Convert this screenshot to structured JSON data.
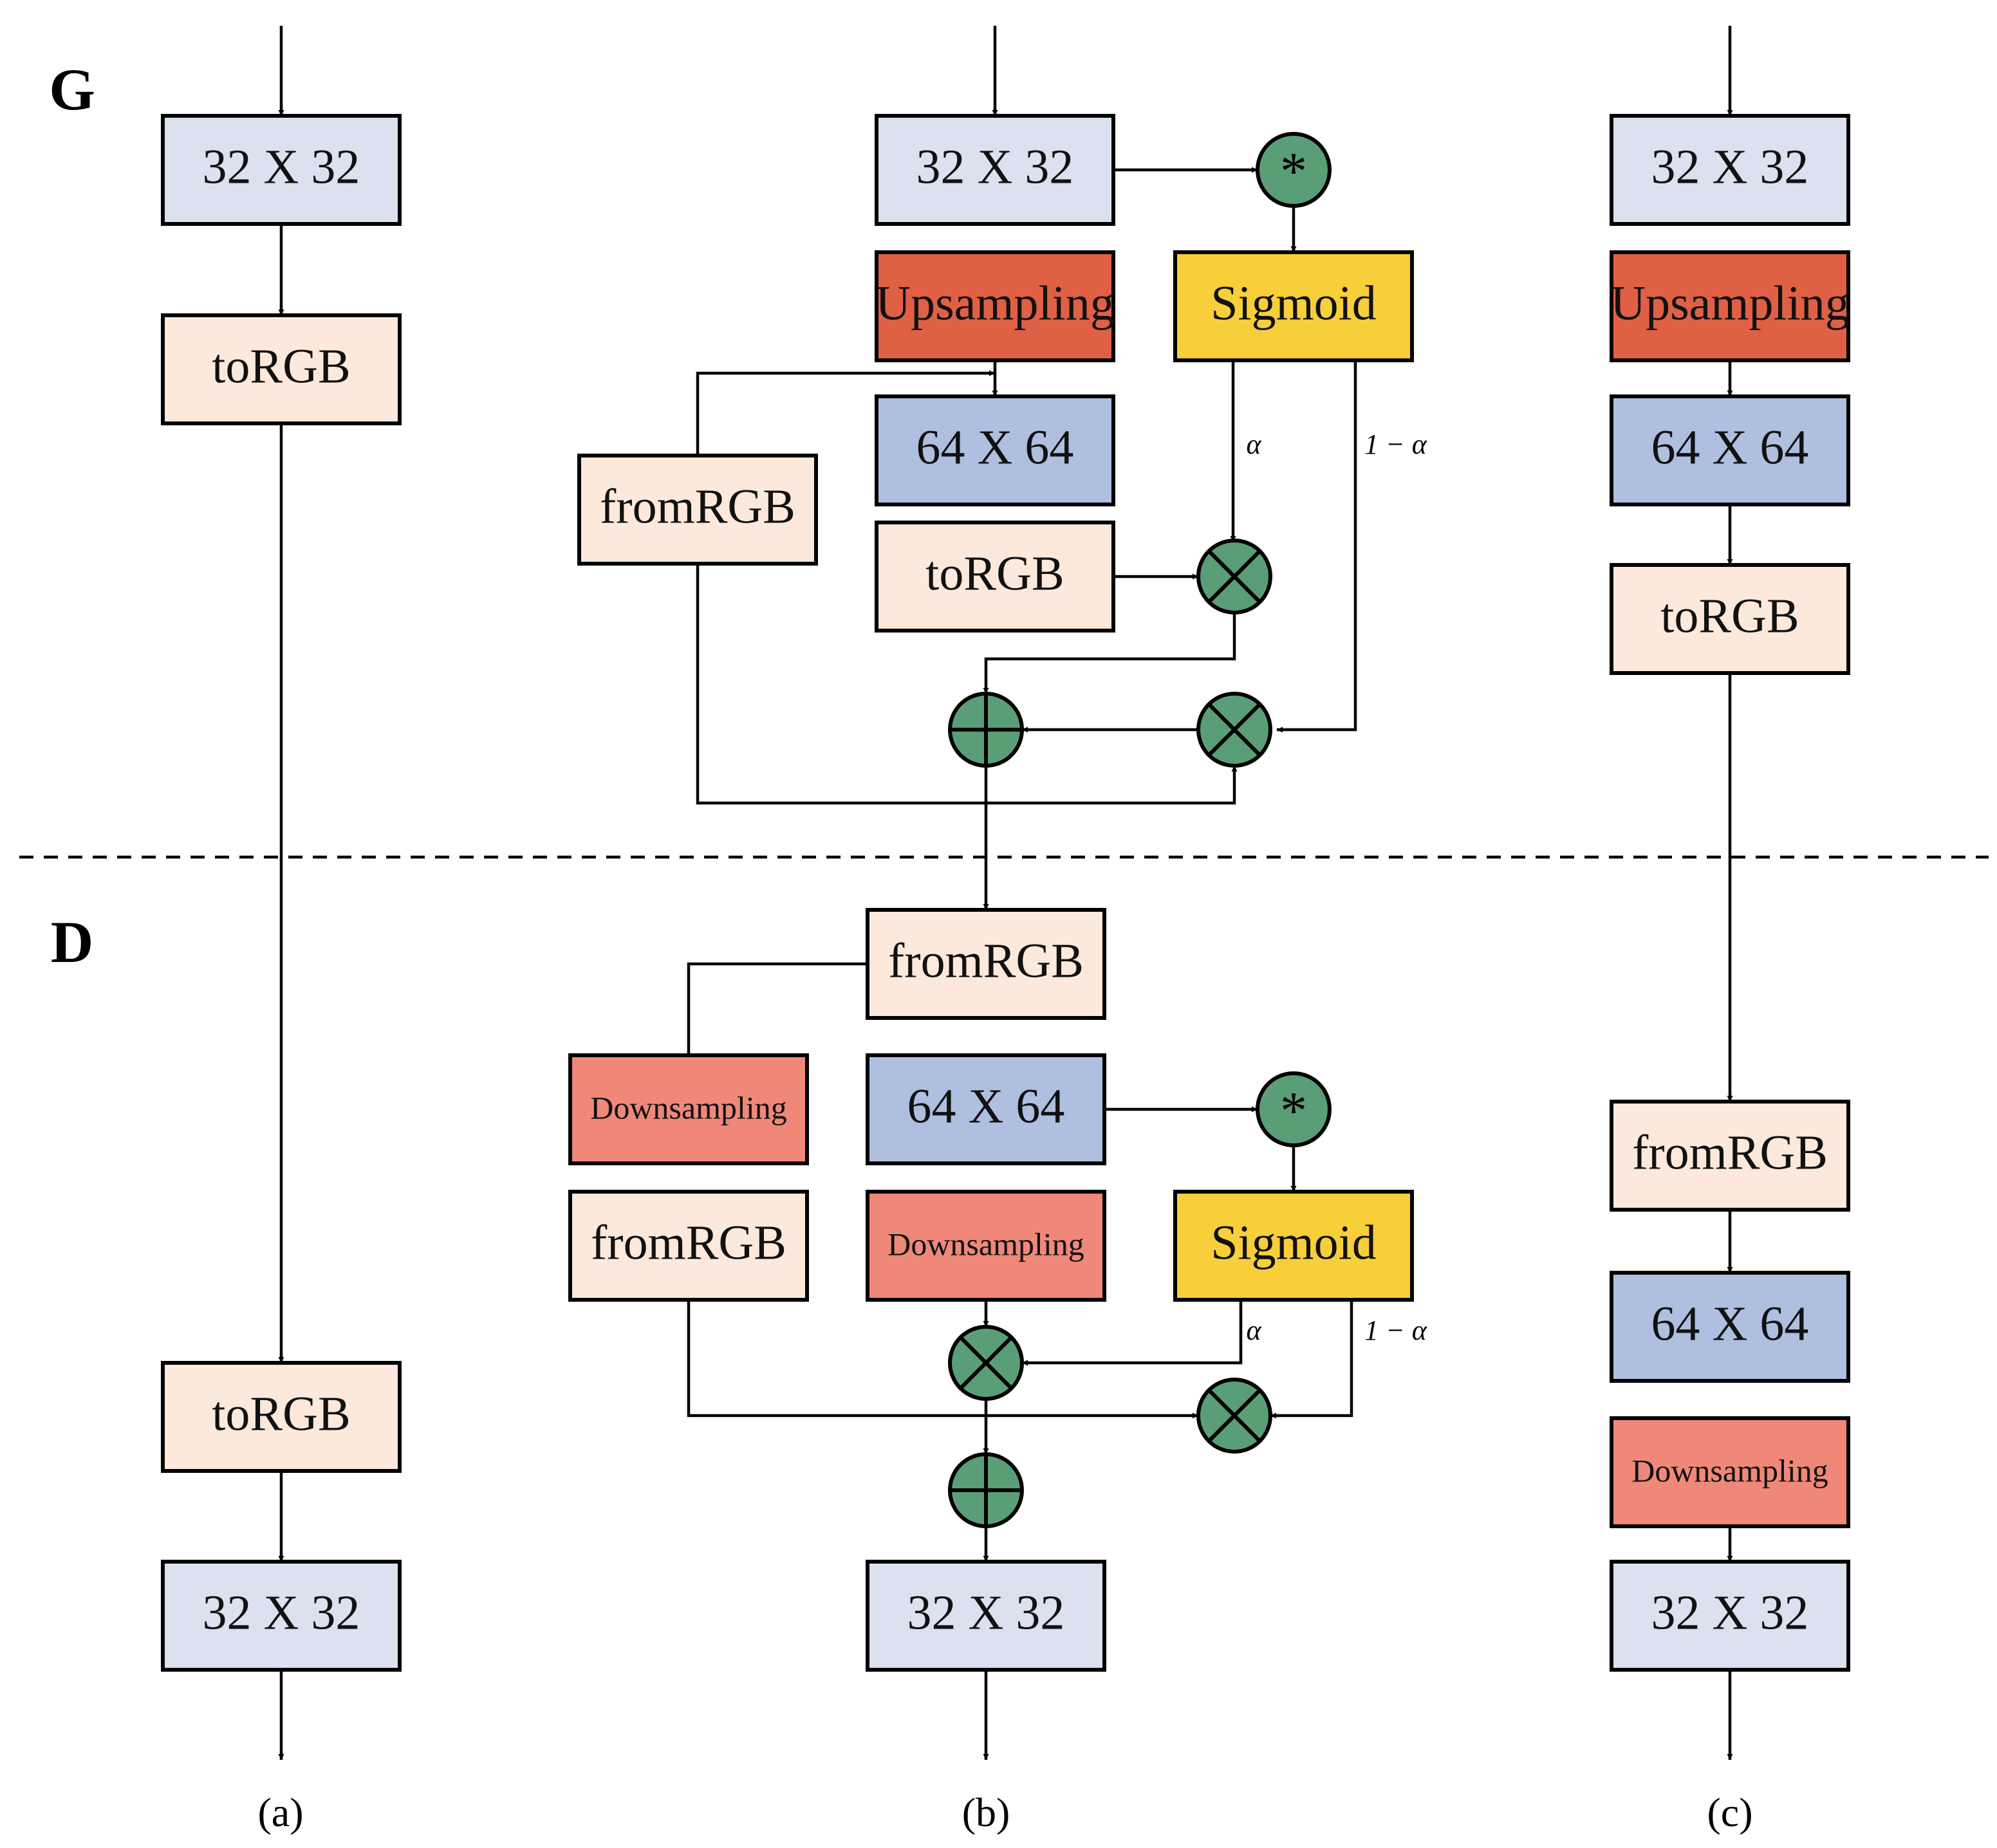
{
  "colors": {
    "size_32": "#dbe1ef",
    "size_64": "#aebfe0",
    "rgb": "#fde9dc",
    "upsampling": "#e06045",
    "downsampling": "#ef8878",
    "sigmoid": "#f7cf3a",
    "operator": "#5a9e78"
  },
  "icons": {
    "multiply": "circle-times-icon",
    "add": "circle-plus-icon",
    "convolve": "circle-asterisk-icon"
  },
  "labels": {
    "generator": "G",
    "discriminator": "D",
    "alpha": "α",
    "one_minus_alpha": "1 − α",
    "convolve_symbol": "*",
    "panel_a": "(a)",
    "panel_b": "(b)",
    "panel_c": "(c)"
  },
  "blocks": {
    "size_32": "32 X 32",
    "size_64": "64 X 64",
    "to_rgb": "toRGB",
    "from_rgb": "fromRGB",
    "upsampling": "Upsampling",
    "downsampling": "Downsampling",
    "sigmoid": "Sigmoid"
  }
}
